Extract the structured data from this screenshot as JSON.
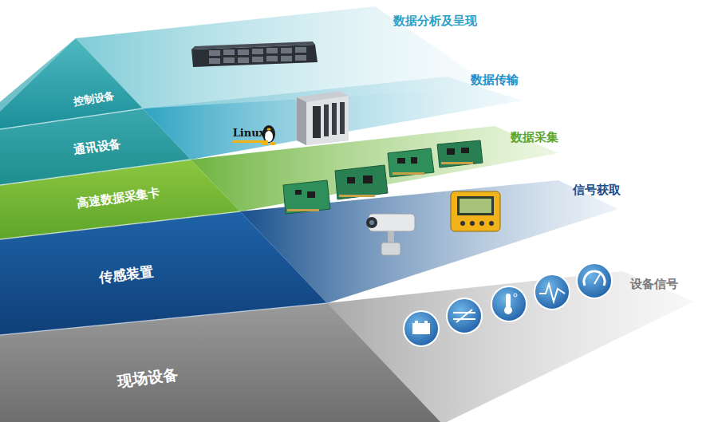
{
  "diagram": {
    "nodes": [
      {
        "text": [
          "控制设备"
        ]
      },
      {
        "text": [
          "通讯设备"
        ]
      },
      {
        "text": [
          "高速数据采集卡"
        ]
      },
      {
        "text": [
          "传感装置"
        ]
      },
      {
        "text": [
          "现场设备"
        ]
      },
      {
        "text": [
          "数据分析及呈现"
        ]
      },
      {
        "text": [
          "数据传输"
        ]
      },
      {
        "text": [
          "数据采集"
        ]
      },
      {
        "text": [
          "信号获取"
        ]
      },
      {
        "text": [
          "设备信号"
        ]
      }
    ],
    "labels": [
      "Linux"
    ]
  }
}
